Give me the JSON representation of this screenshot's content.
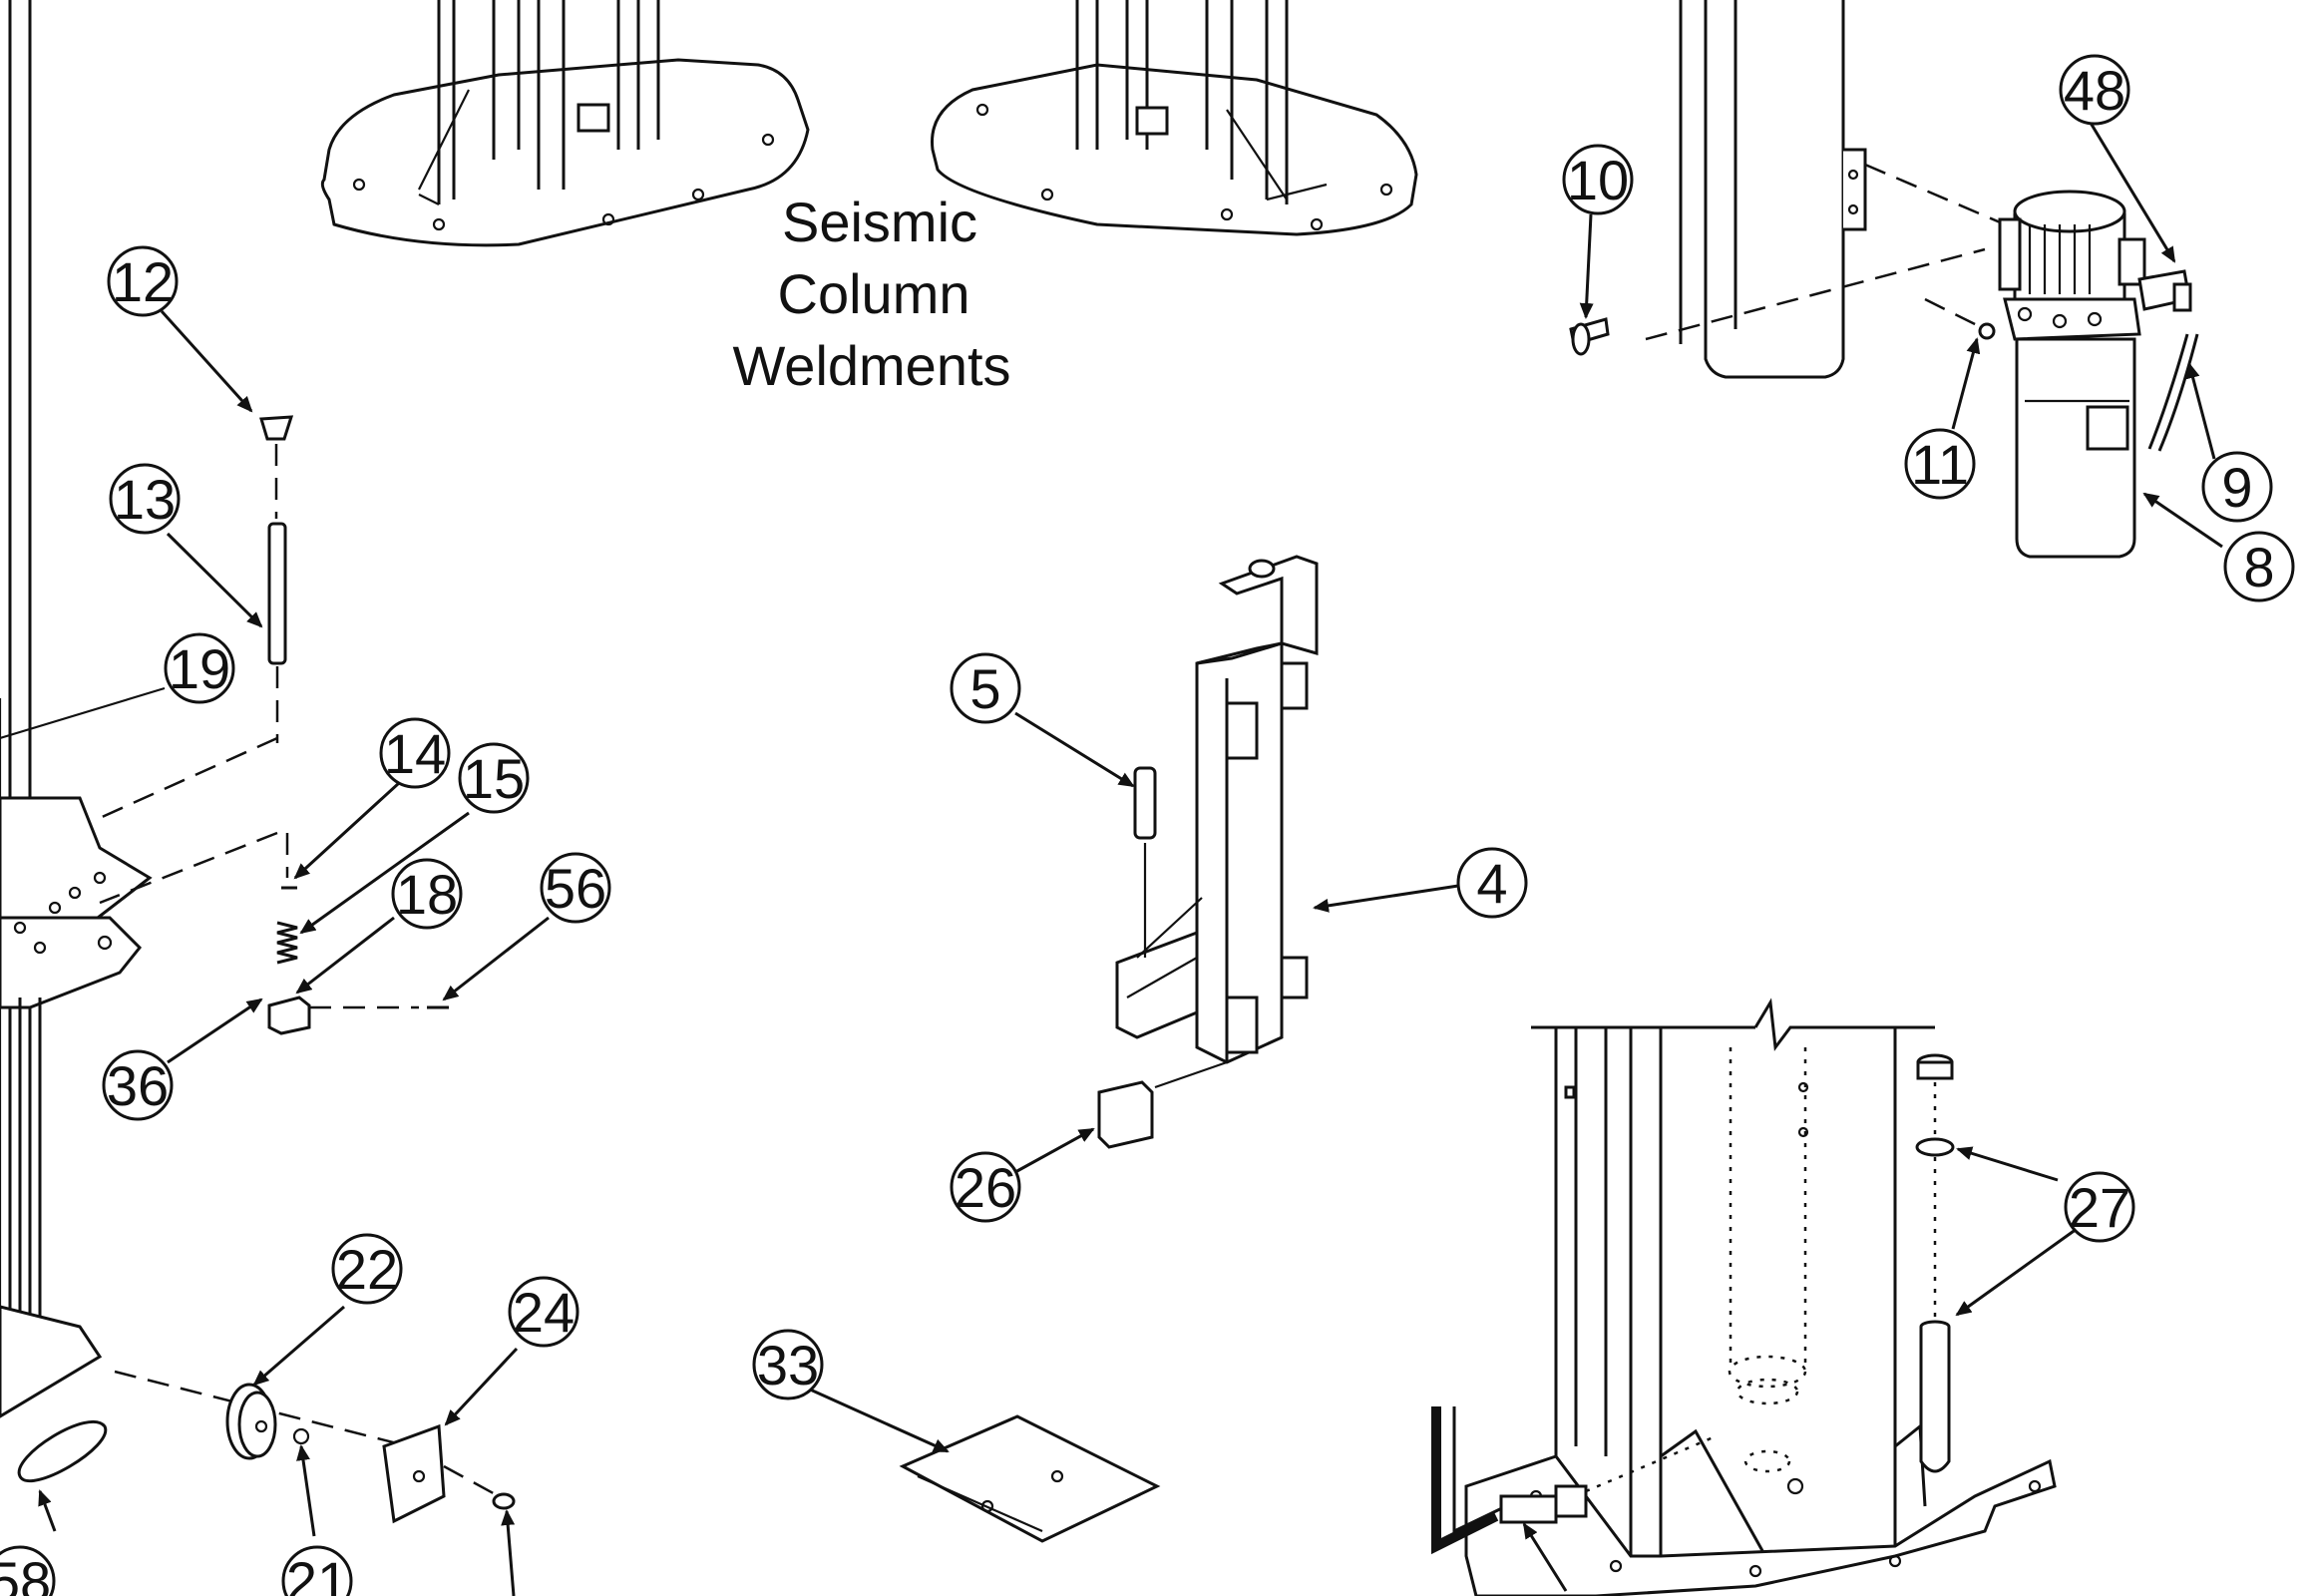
{
  "caption": {
    "line1": "Seismic",
    "line2": "Column",
    "line3": "Weldments"
  },
  "callouts": [
    {
      "id": "c48",
      "label": "48"
    },
    {
      "id": "c10",
      "label": "10"
    },
    {
      "id": "c11",
      "label": "11"
    },
    {
      "id": "c9",
      "label": "9"
    },
    {
      "id": "c8",
      "label": "8"
    },
    {
      "id": "c12",
      "label": "12"
    },
    {
      "id": "c13",
      "label": "13"
    },
    {
      "id": "c19",
      "label": "19"
    },
    {
      "id": "c14",
      "label": "14"
    },
    {
      "id": "c15",
      "label": "15"
    },
    {
      "id": "c18",
      "label": "18"
    },
    {
      "id": "c56",
      "label": "56"
    },
    {
      "id": "c36",
      "label": "36"
    },
    {
      "id": "c5",
      "label": "5"
    },
    {
      "id": "c4",
      "label": "4"
    },
    {
      "id": "c26",
      "label": "26"
    },
    {
      "id": "c22",
      "label": "22"
    },
    {
      "id": "c24",
      "label": "24"
    },
    {
      "id": "c21",
      "label": "21"
    },
    {
      "id": "c58",
      "label": "58"
    },
    {
      "id": "c33",
      "label": "33"
    },
    {
      "id": "c27",
      "label": "27"
    }
  ]
}
